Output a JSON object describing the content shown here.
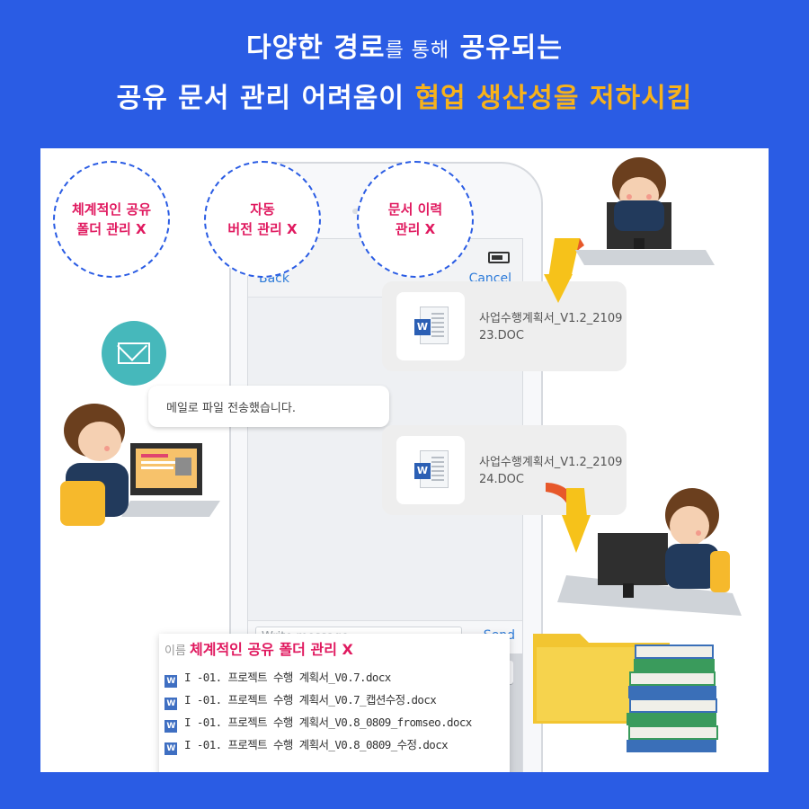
{
  "headline": {
    "line1_part1": "다양한 경로",
    "line1_small": "를 통해",
    "line1_part2": "공유되는",
    "line2_white": "공유 문서 관리 어려움이",
    "line2_accent": "협업 생산성을 저하시킴"
  },
  "circles": [
    {
      "text": "체계적인 공유\n폴더 관리 X"
    },
    {
      "text": "자동\n버전 관리  X"
    },
    {
      "text": "문서 이력\n관리 X"
    }
  ],
  "phone": {
    "back_label": "Back",
    "cancel_label": "Cancel",
    "message_placeholder": "Write message ...",
    "send_label": "Send"
  },
  "files": [
    {
      "name": "사업수행계획서_V1.2_210923.DOC"
    },
    {
      "name": "사업수행계획서_V1.2_210924.DOC"
    }
  ],
  "mail_message": "메일로 파일 전송했습니다.",
  "file_list": {
    "column_label": "이름",
    "title": "체계적인 공유 폴더 관리 X",
    "rows": [
      "I -01. 프로젝트 수행 계획서_V0.7.docx",
      "I -01. 프로젝트 수행 계획서_V0.7_캡션수정.docx",
      "I -01. 프로젝트 수행 계획서_V0.8_0809_fromseo.docx",
      "I -01. 프로젝트 수행 계획서_V0.8_0809_수정.docx"
    ]
  },
  "colors": {
    "background": "#2a5ce4",
    "accent": "#f7b21b",
    "warning_text": "#e0195f",
    "arrow": "#f6c21a"
  }
}
